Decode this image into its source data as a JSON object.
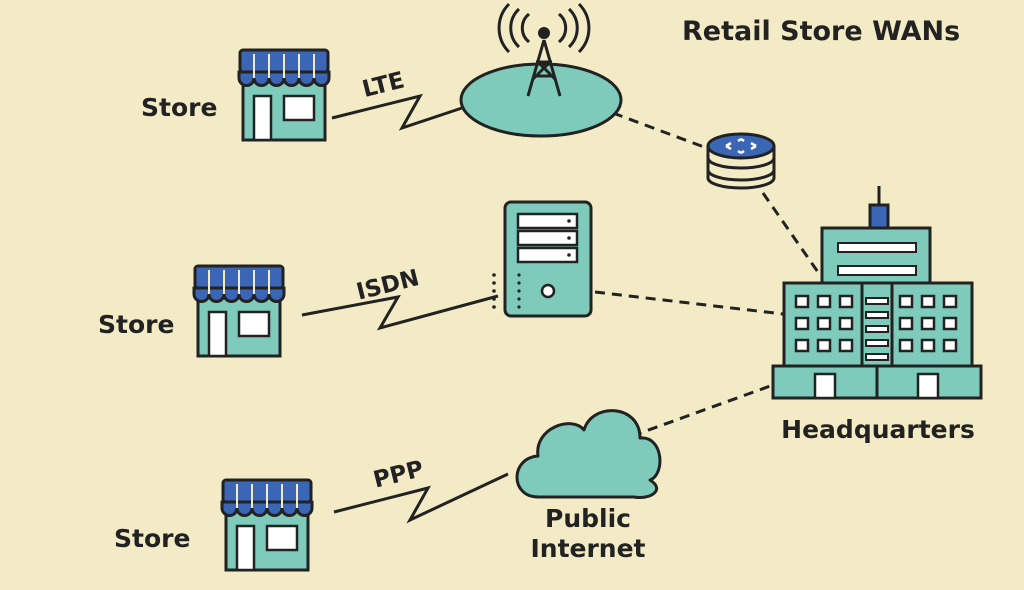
{
  "title": "Retail Store WANs",
  "stores": [
    {
      "label": "Store",
      "link_label": "LTE"
    },
    {
      "label": "Store",
      "link_label": "ISDN"
    },
    {
      "label": "Store",
      "link_label": "PPP"
    }
  ],
  "headquarters_label": "Headquarters",
  "internet_label_line1": "Public",
  "internet_label_line2": "Internet",
  "colors": {
    "background": "#f3ebc6",
    "teal": "#7ecbbb",
    "awning_blue": "#3a66b5",
    "outline": "#222222",
    "white": "#ffffff"
  }
}
